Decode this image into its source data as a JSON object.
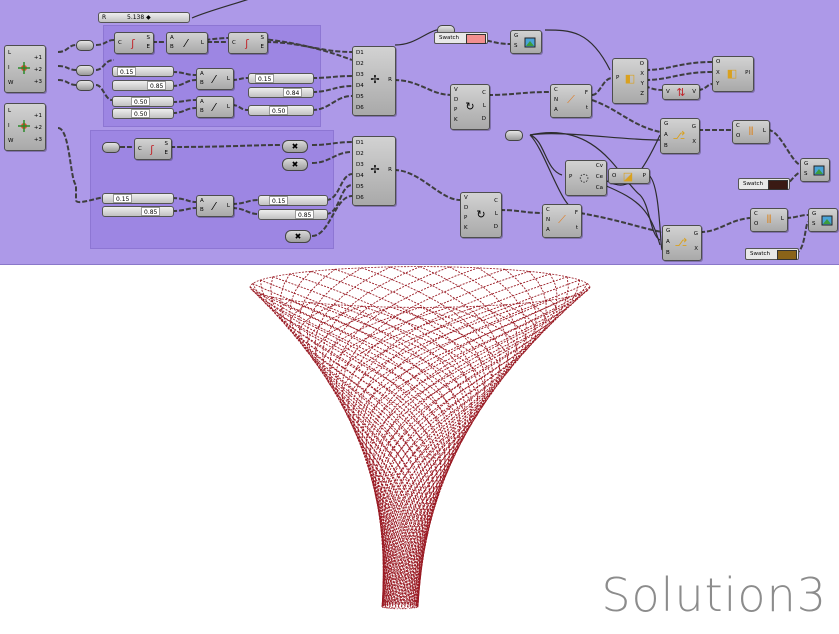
{
  "canvas": {
    "background": "#ad99e8",
    "number_slider": {
      "label": "R",
      "value": "5.138 ◆"
    },
    "sliders": [
      "0.15",
      "0.85",
      "0.50",
      "0.50",
      "0.15",
      "0.84",
      "0.50",
      "0.15",
      "0.85",
      "0.15",
      "0.85"
    ],
    "swatches": [
      {
        "label": "Swatch",
        "color": "#f28f8f"
      },
      {
        "label": "Swatch",
        "color": "#3a1a14"
      },
      {
        "label": "Swatch",
        "color": "#8a6318"
      }
    ],
    "port_labels": {
      "point_in": [
        "L",
        "I",
        "W"
      ],
      "point_out": [
        "+1",
        "+2",
        "+3"
      ],
      "graph": [
        "C",
        "S",
        "E"
      ],
      "ab": [
        "A",
        "B",
        "L"
      ],
      "merge_in": [
        "D1",
        "D2",
        "D3",
        "D4",
        "D5",
        "D6"
      ],
      "merge_out": "R",
      "surf_in": [
        "V",
        "D",
        "P",
        "K"
      ],
      "surf_out": [
        "C",
        "L",
        "D"
      ],
      "pipe_in": [
        "C",
        "N",
        "A"
      ],
      "pipe_out": [
        "F",
        "t"
      ],
      "deco_in": [
        "P"
      ],
      "deco_out": [
        "O",
        "X",
        "Y",
        "Z"
      ],
      "vec": [
        "V",
        "V"
      ],
      "plane": [
        "O",
        "X",
        "Y"
      ],
      "plane_out": "Pl",
      "curve_out": [
        "Cv",
        "Ce",
        "Ca"
      ],
      "preview_in": [
        "G",
        "A",
        "B"
      ],
      "preview_out": [
        "G",
        "X"
      ],
      "shader_in": [
        "G",
        "S"
      ],
      "join_in": [
        "C",
        "O"
      ],
      "join_out": "L",
      "param_p": "P"
    }
  },
  "viewport": {
    "mesh_color": "#9a1b24",
    "solution_label": "Solution3"
  }
}
